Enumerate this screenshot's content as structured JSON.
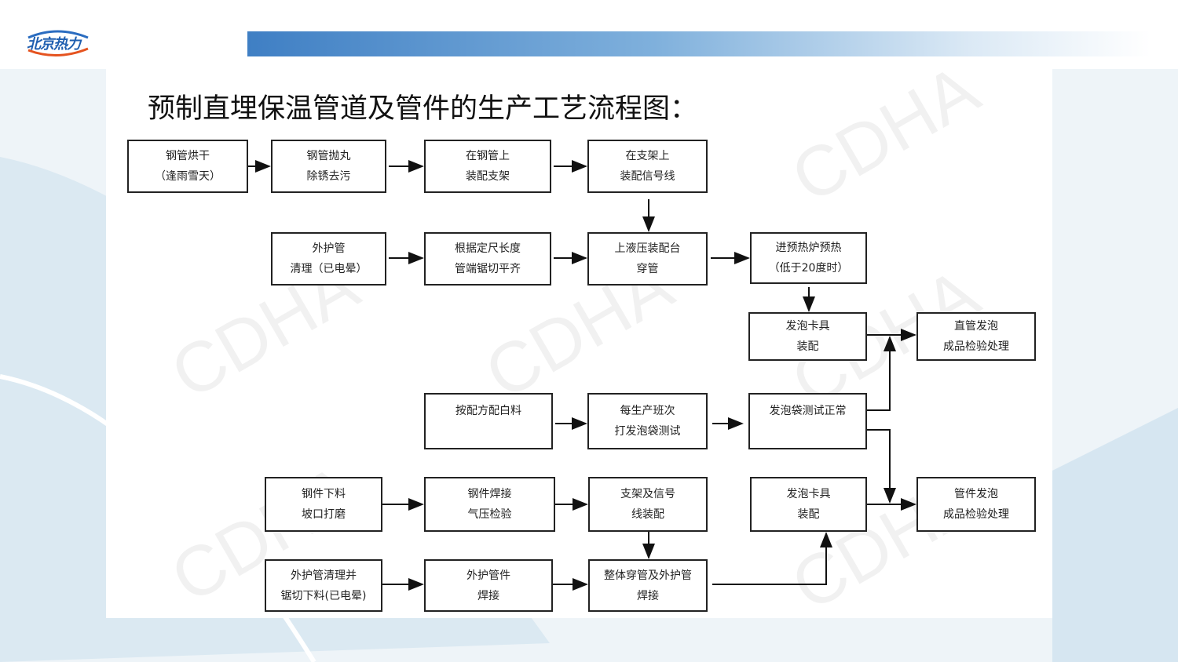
{
  "logo": {
    "text": "北京热力"
  },
  "title": "预制直埋保温管道及管件的生产工艺流程图：",
  "watermark": "CDHA",
  "boxes": {
    "b1": [
      "钢管烘干",
      "（逢雨雪天）"
    ],
    "b2": [
      "钢管抛丸",
      "除锈去污"
    ],
    "b3": [
      "在钢管上",
      "装配支架"
    ],
    "b4": [
      "在支架上",
      "装配信号线"
    ],
    "b5": [
      "外护管",
      "清理（已电晕）"
    ],
    "b6": [
      "根据定尺长度",
      "管端锯切平齐"
    ],
    "b7": [
      "上液压装配台",
      "穿管"
    ],
    "b8": [
      "进预热炉预热",
      "（低于20度时）"
    ],
    "b9": [
      "发泡卡具",
      "装配"
    ],
    "b10": [
      "直管发泡",
      "成品检验处理"
    ],
    "b11": [
      "按配方配白料"
    ],
    "b12": [
      "每生产班次",
      "打发泡袋测试"
    ],
    "b13": [
      "发泡袋测试正常"
    ],
    "b14": [
      "钢件下料",
      "坡口打磨"
    ],
    "b15": [
      "钢件焊接",
      "气压检验"
    ],
    "b16": [
      "支架及信号",
      "线装配"
    ],
    "b17": [
      "发泡卡具",
      "装配"
    ],
    "b18": [
      "管件发泡",
      "成品检验处理"
    ],
    "b19": [
      "外护管清理并",
      "锯切下料(已电晕)"
    ],
    "b20": [
      "外护管件",
      "焊接"
    ],
    "b21": [
      "整体穿管及外护管",
      "焊接"
    ]
  }
}
